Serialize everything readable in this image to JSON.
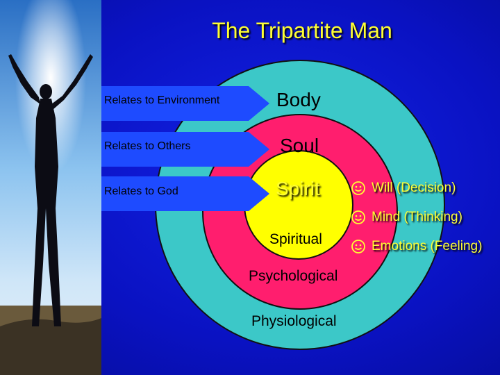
{
  "title": "The Tripartite Man",
  "relations": [
    {
      "label": "Relates to Environment",
      "part": "Body"
    },
    {
      "label": "Relates to Others",
      "part": "Soul"
    },
    {
      "label": "Relates to God",
      "part": "Spirit"
    }
  ],
  "layers": {
    "inner": "Spiritual",
    "middle": "Psychological",
    "outer": "Physiological"
  },
  "soul_functions": [
    "Will (Decision)",
    "Mind (Thinking)",
    "Emotions (Feeling)"
  ],
  "colors": {
    "background": "#0a14c8",
    "title": "#ffff33",
    "outer_ring": "#3cc8c8",
    "middle_ring": "#ff1e6e",
    "inner_circle": "#ffff00",
    "arrow": "#1e4bff"
  },
  "icons": {
    "bullet": "smiley-icon"
  }
}
